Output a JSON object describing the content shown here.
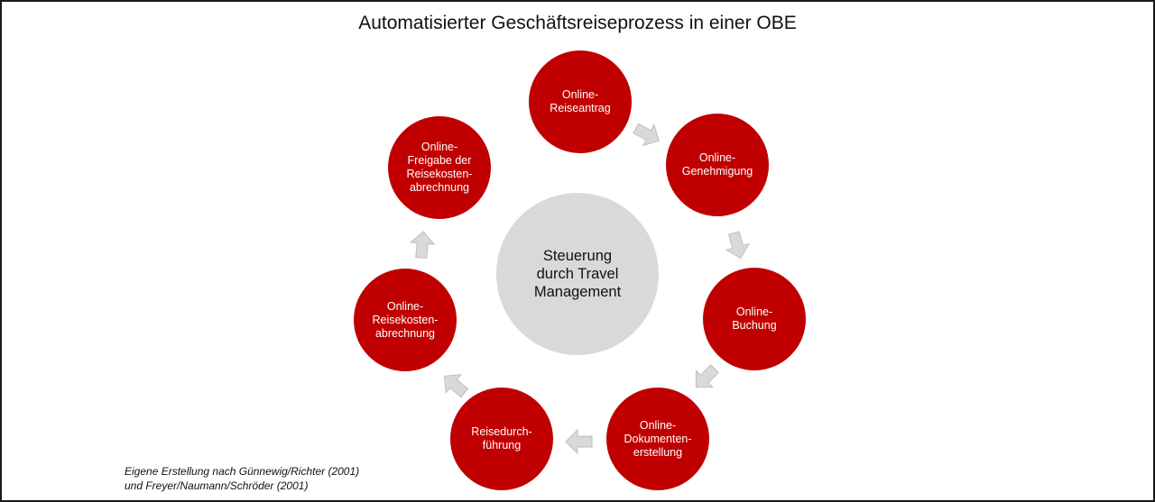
{
  "title": "Automatisierter Geschäftsreiseprozess in einer OBE",
  "colors": {
    "step_fill": "#c00000",
    "center_fill": "#d9d9d9",
    "arrow_fill": "#d9d9d9",
    "arrow_stroke": "#bfbfbf",
    "border": "#1a1a1a"
  },
  "center_label": "Steuerung\ndurch Travel\nManagement",
  "steps": [
    {
      "label": "Online-\nReiseantrag"
    },
    {
      "label": "Online-\nGenehmigung"
    },
    {
      "label": "Online-\nBuchung"
    },
    {
      "label": "Online-\nDokumenten-\nerstellung"
    },
    {
      "label": "Reisedurch-\nführung"
    },
    {
      "label": "Online-\nReisekosten-\nabrechnung"
    },
    {
      "label": "Online-\nFreigabe der\nReisekosten-\nabrechnung"
    }
  ],
  "caption": {
    "line1": "Eigene Erstellung nach Günnewig/Richter (2001)",
    "line2": "und Freyer/Naumann/Schröder (2001)"
  }
}
